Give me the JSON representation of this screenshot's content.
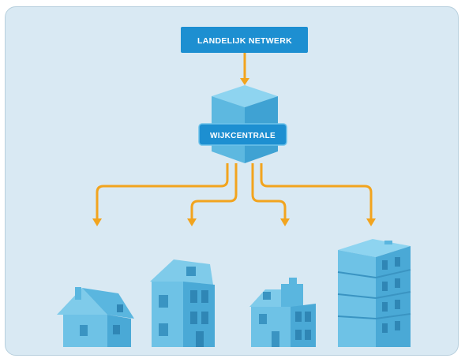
{
  "nodes": {
    "top": {
      "label": "LANDELIJK NETWERK"
    },
    "hub": {
      "label": "WIJKCENTRALE"
    }
  },
  "colors": {
    "background": "#d9e9f3",
    "box": "#1d8fd1",
    "connector": "#f2a41e",
    "building": "#6ec2e6"
  },
  "buildings": [
    {
      "type": "house-small"
    },
    {
      "type": "house-tall"
    },
    {
      "type": "house-gabled"
    },
    {
      "type": "apartment-block"
    }
  ]
}
